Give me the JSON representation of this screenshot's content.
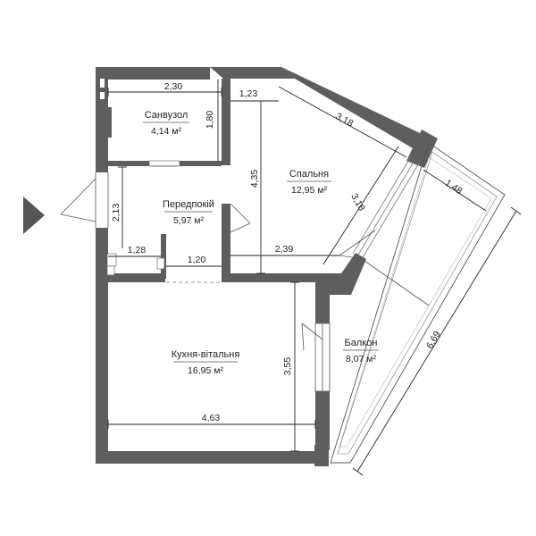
{
  "rooms": {
    "bathroom": {
      "name": "Санвузол",
      "area": "4,14 м²"
    },
    "hallway": {
      "name": "Передпокій",
      "area": "5,97 м²"
    },
    "bedroom": {
      "name": "Спальня",
      "area": "12,95 м²"
    },
    "kitchen": {
      "name": "Кухня-вітальня",
      "area": "16,95 м²"
    },
    "balcony": {
      "name": "Балкон",
      "area": "8,07 м²"
    }
  },
  "dimensions": {
    "bath_width": "2,30",
    "bath_height": "1,80",
    "bedroom_top": "1,23",
    "bedroom_height": "4,35",
    "bedroom_diag": "3,18",
    "bedroom_window": "3,18",
    "bedroom_bottom": "2,39",
    "hall_height": "2,13",
    "hall_small": "1,28",
    "hall_door": "1,20",
    "balcony_top": "1,48",
    "balcony_length": "6,69",
    "kitchen_height": "3,55",
    "kitchen_width": "4,63"
  }
}
